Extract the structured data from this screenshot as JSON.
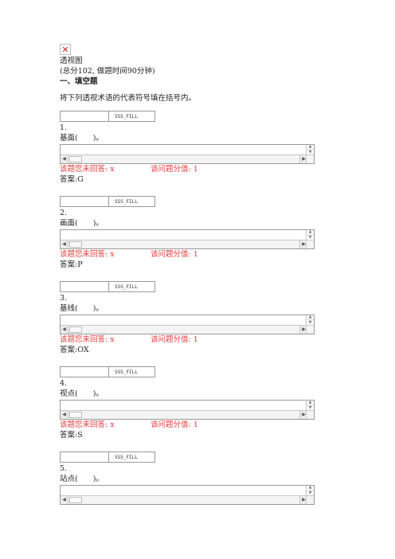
{
  "doc": {
    "title": "透视图",
    "meta": "(总分102, 做题时间90分钟)",
    "section": "一、填空题",
    "instruction": "将下列透视术语的代表符号填在括号内。"
  },
  "fill_label": "SSS_FILL",
  "questions": [
    {
      "number": "1.",
      "stem": "基面(　　)。",
      "unanswered": "该题您未回答: x",
      "score": "该问题分值: 1",
      "answer": "答案:G"
    },
    {
      "number": "2.",
      "stem": "画面(　　)。",
      "unanswered": "该题您未回答: x",
      "score": "该问题分值: 1",
      "answer": "答案:P"
    },
    {
      "number": "3.",
      "stem": "基线(　　)。",
      "unanswered": "该题您未回答: x",
      "score": "该问题分值: 1",
      "answer": "答案:OX"
    },
    {
      "number": "4.",
      "stem": "视点(　　)。",
      "unanswered": "该题您未回答: x",
      "score": "该问题分值: 1",
      "answer": "答案:S"
    },
    {
      "number": "5.",
      "stem": "站点(　　)。"
    }
  ]
}
